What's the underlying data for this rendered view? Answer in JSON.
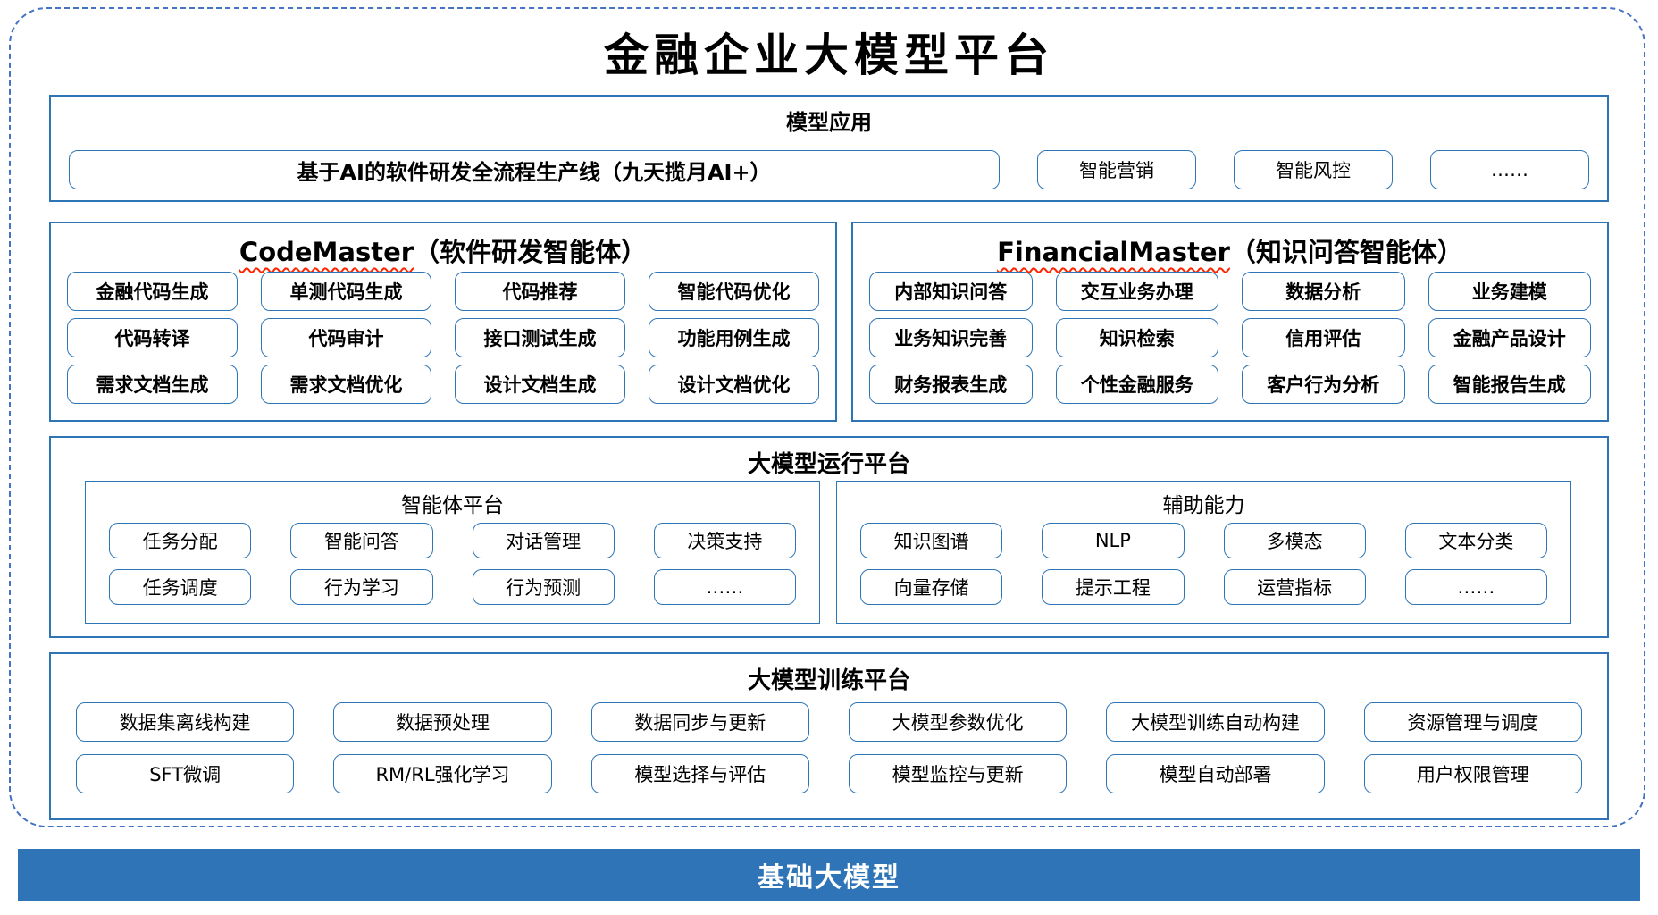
{
  "title": "金融企业大模型平台",
  "colors": {
    "section_border": "#2E75B6",
    "outer_dashed_border": "#4472C4",
    "foundation_bar": "#2E74B6",
    "spellcheck_squiggle": "#FF2400",
    "text": "#000000"
  },
  "model_app": {
    "title": "模型应用",
    "pipeline": "基于AI的软件研发全流程生产线（九天揽月AI+）",
    "items": [
      "智能营销",
      "智能风控",
      "……"
    ]
  },
  "code_master": {
    "title_en": "CodeMaster",
    "title_zh": "（软件研发智能体）",
    "items": [
      "金融代码生成",
      "单测代码生成",
      "代码推荐",
      "智能代码优化",
      "代码转译",
      "代码审计",
      "接口测试生成",
      "功能用例生成",
      "需求文档生成",
      "需求文档优化",
      "设计文档生成",
      "设计文档优化"
    ]
  },
  "financial_master": {
    "title_en": "FinancialMaster",
    "title_zh": "（知识问答智能体）",
    "items": [
      "内部知识问答",
      "交互业务办理",
      "数据分析",
      "业务建模",
      "业务知识完善",
      "知识检索",
      "信用评估",
      "金融产品设计",
      "财务报表生成",
      "个性金融服务",
      "客户行为分析",
      "智能报告生成"
    ]
  },
  "runtime": {
    "title": "大模型运行平台",
    "agent_platform": {
      "title": "智能体平台",
      "items": [
        "任务分配",
        "智能问答",
        "对话管理",
        "决策支持",
        "任务调度",
        "行为学习",
        "行为预测",
        "……"
      ]
    },
    "aux_capability": {
      "title": "辅助能力",
      "items": [
        "知识图谱",
        "NLP",
        "多模态",
        "文本分类",
        "向量存储",
        "提示工程",
        "运营指标",
        "……"
      ]
    }
  },
  "training": {
    "title": "大模型训练平台",
    "items": [
      "数据集离线构建",
      "数据预处理",
      "数据同步与更新",
      "大模型参数优化",
      "大模型训练自动构建",
      "资源管理与调度",
      "SFT微调",
      "RM/RL强化学习",
      "模型选择与评估",
      "模型监控与更新",
      "模型自动部署",
      "用户权限管理"
    ]
  },
  "foundation": {
    "title": "基础大模型"
  }
}
